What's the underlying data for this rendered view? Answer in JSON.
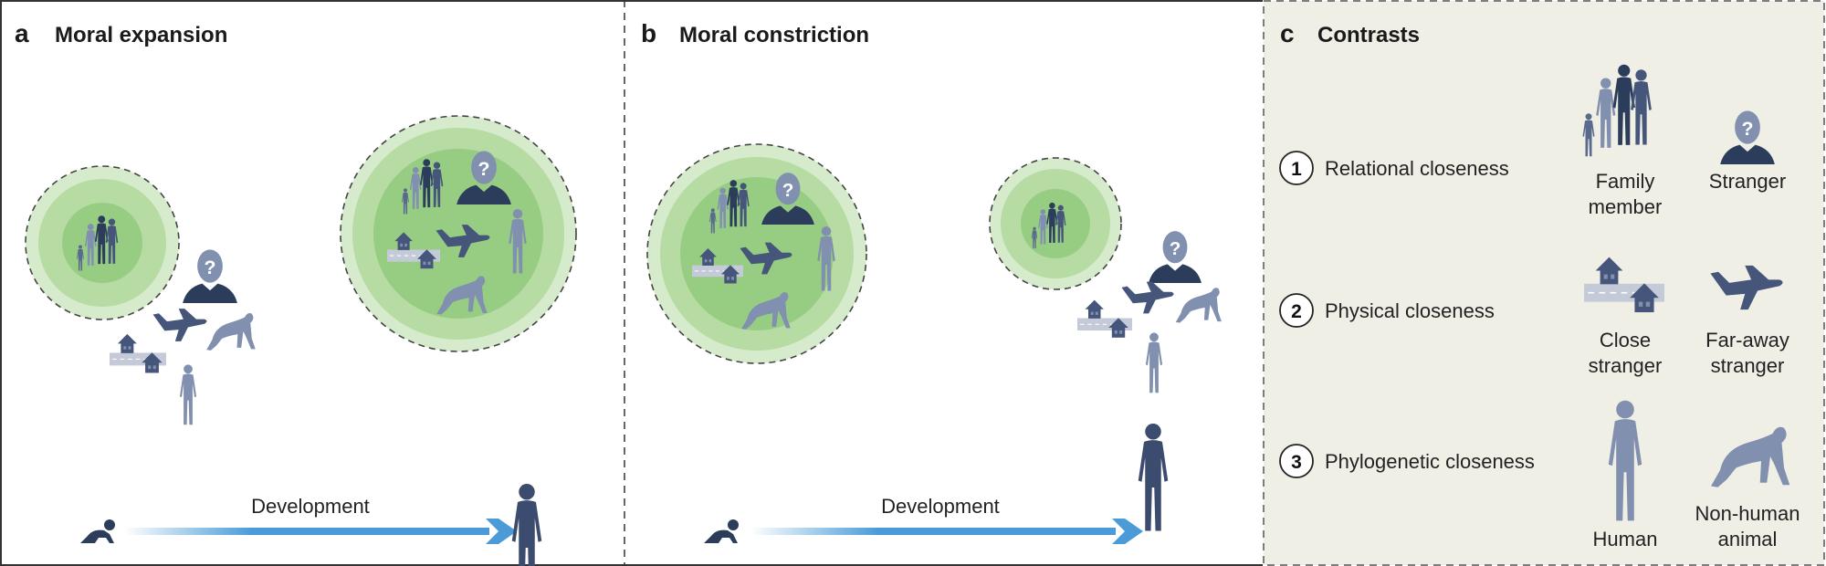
{
  "panels": {
    "a": {
      "letter": "a",
      "title": "Moral expansion",
      "arrow_label": "Development"
    },
    "b": {
      "letter": "b",
      "title": "Moral constriction",
      "arrow_label": "Development"
    },
    "c": {
      "letter": "c",
      "title": "Contrasts",
      "rows": [
        {
          "number": "1",
          "label": "Relational closeness",
          "close": {
            "icon": "family-icon",
            "lines": [
              "Family",
              "member"
            ]
          },
          "far": {
            "icon": "stranger-icon",
            "lines": [
              "Stranger"
            ]
          }
        },
        {
          "number": "2",
          "label": "Physical closeness",
          "close": {
            "icon": "houses-icon",
            "lines": [
              "Close",
              "stranger"
            ]
          },
          "far": {
            "icon": "airplane-icon",
            "lines": [
              "Far-away",
              "stranger"
            ]
          }
        },
        {
          "number": "3",
          "label": "Phylogenetic closeness",
          "close": {
            "icon": "human-icon",
            "lines": [
              "Human"
            ]
          },
          "far": {
            "icon": "ape-icon",
            "lines": [
              "Non-human",
              "animal"
            ]
          }
        }
      ]
    }
  },
  "icons": {
    "question_mark": "?"
  },
  "colors": {
    "ring_outer": "#d6ebcb",
    "ring_middle": "#b6dba3",
    "ring_inner": "#97cd83",
    "icon_dark": "#2c3d5b",
    "icon_mid": "#45567a",
    "icon_light": "#8290b0",
    "arrow": "#4a9bd8",
    "contrast_bg": "#f0efe6"
  }
}
